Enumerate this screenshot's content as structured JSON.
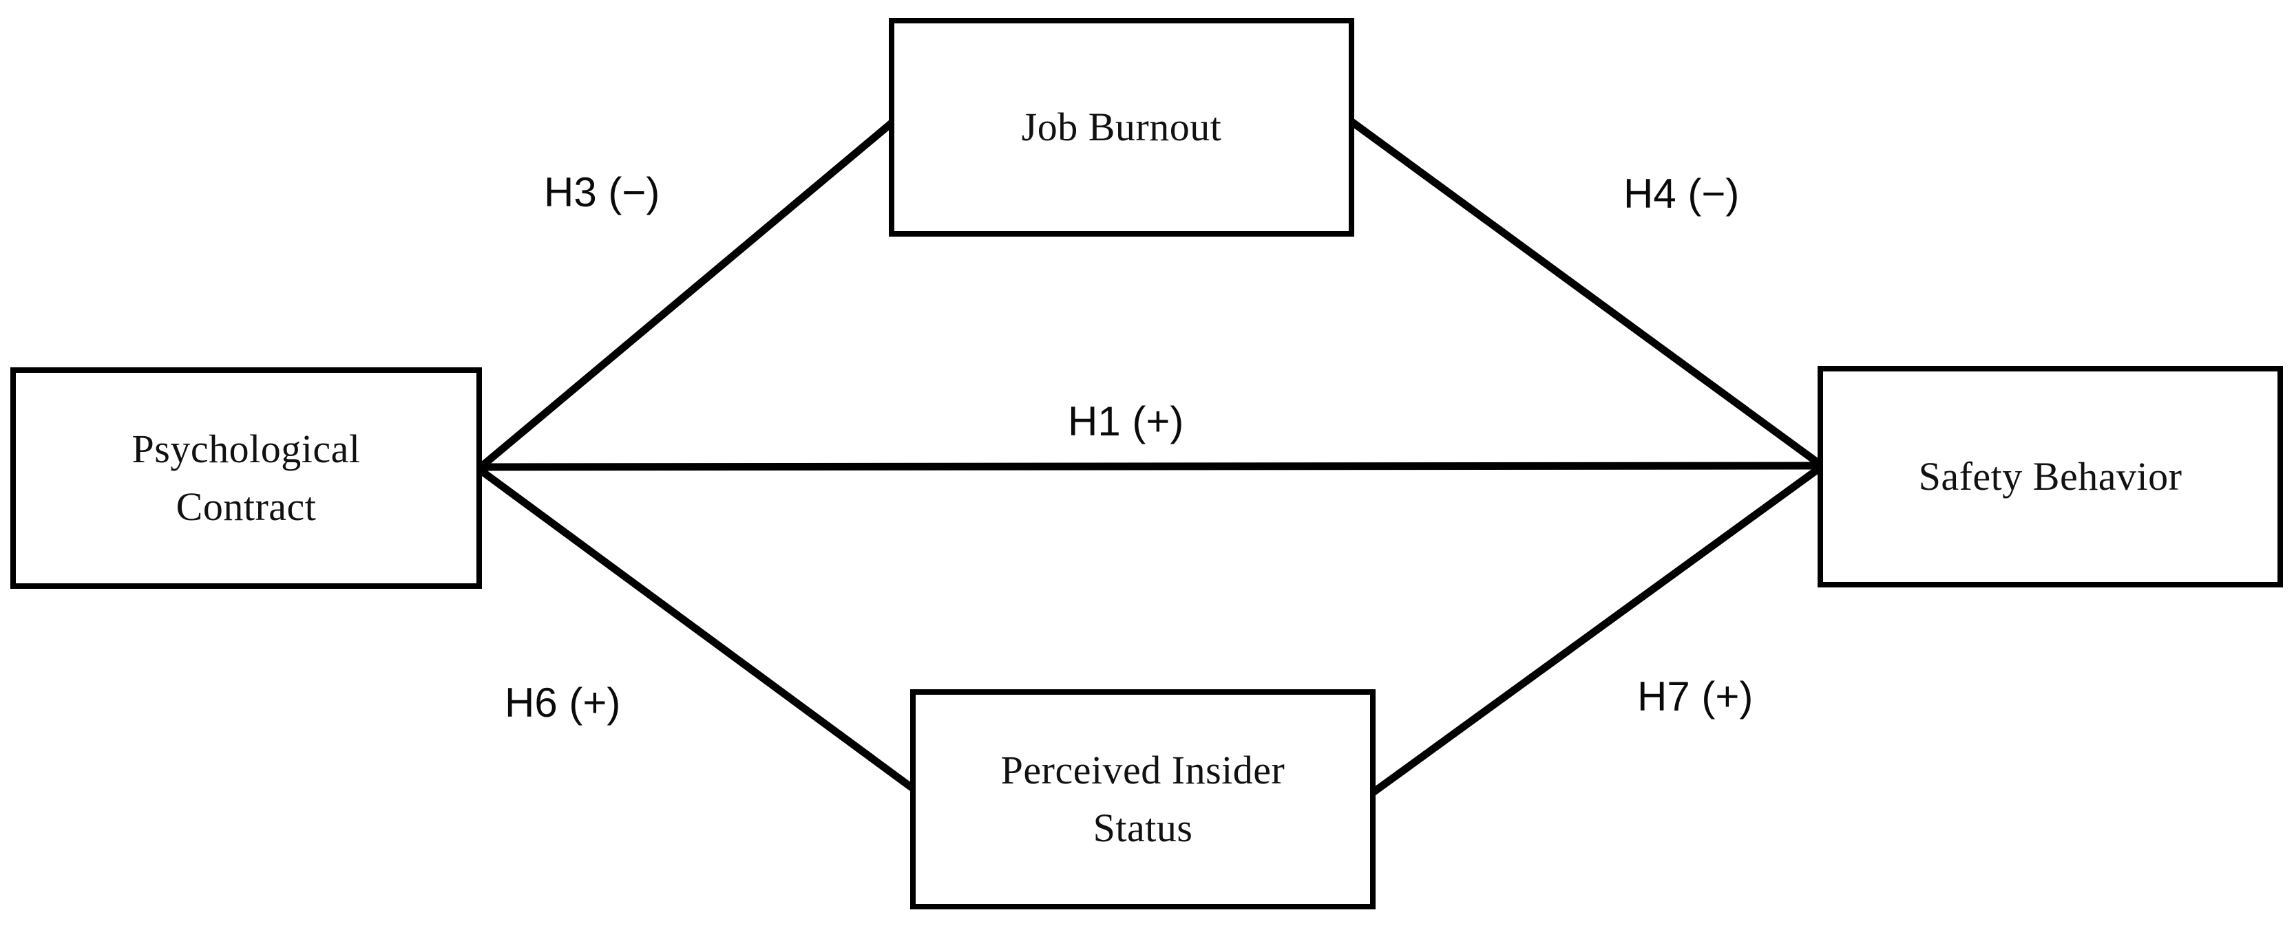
{
  "diagram": {
    "type": "conceptual-research-model",
    "background_color": "#ffffff",
    "line_color": "#000000",
    "text_color": "#111111",
    "constructs": [
      {
        "id": "psychological-contract",
        "label": "Psychological\nContract",
        "role": "independent-variable",
        "position": "left"
      },
      {
        "id": "job-burnout",
        "label": "Job Burnout",
        "role": "mediator",
        "position": "top-center"
      },
      {
        "id": "perceived-insider-status",
        "label": "Perceived Insider\nStatus",
        "role": "mediator",
        "position": "bottom-center"
      },
      {
        "id": "safety-behavior",
        "label": "Safety Behavior",
        "role": "dependent-variable",
        "position": "right"
      }
    ],
    "paths": [
      {
        "id": "h1",
        "label": "H1 (+)",
        "sign": "+",
        "from": "psychological-contract",
        "to": "safety-behavior"
      },
      {
        "id": "h3",
        "label": "H3 (−)",
        "sign": "−",
        "from": "psychological-contract",
        "to": "job-burnout"
      },
      {
        "id": "h4",
        "label": "H4 (−)",
        "sign": "−",
        "from": "job-burnout",
        "to": "safety-behavior"
      },
      {
        "id": "h6",
        "label": "H6 (+)",
        "sign": "+",
        "from": "psychological-contract",
        "to": "perceived-insider-status"
      },
      {
        "id": "h7",
        "label": "H7 (+)",
        "sign": "+",
        "from": "perceived-insider-status",
        "to": "safety-behavior"
      }
    ]
  }
}
